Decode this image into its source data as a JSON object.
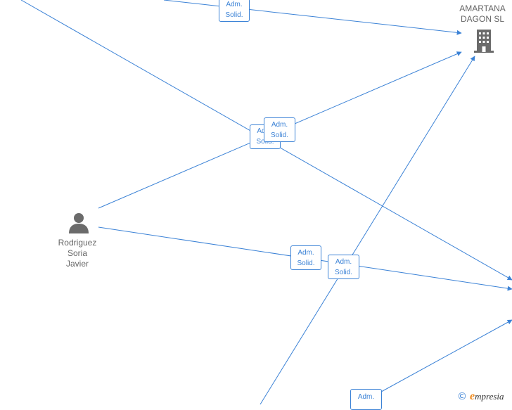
{
  "nodes": {
    "company": {
      "lines": [
        "AMARTANA",
        "DAGON  SL"
      ]
    },
    "person": {
      "lines": [
        "Rodriguez",
        "Soria",
        "Javier"
      ]
    }
  },
  "edge_labels": [
    [
      "Adm.",
      "Solid."
    ],
    [
      "Adm.",
      "Solid."
    ],
    [
      "Adm.",
      "Solid."
    ],
    [
      "Adm.",
      "Solid."
    ],
    [
      "Adm.",
      "Solid."
    ],
    [
      "Adm."
    ]
  ],
  "watermark": {
    "copyright": "©",
    "brand_first": "e",
    "brand_rest": "mpresia"
  },
  "colors": {
    "edge": "#3b82d6",
    "node_text": "#666666",
    "icon": "#6b6b6b",
    "brand_accent": "#f08a1c"
  },
  "icons": {
    "company": "building-icon",
    "person": "person-icon"
  }
}
